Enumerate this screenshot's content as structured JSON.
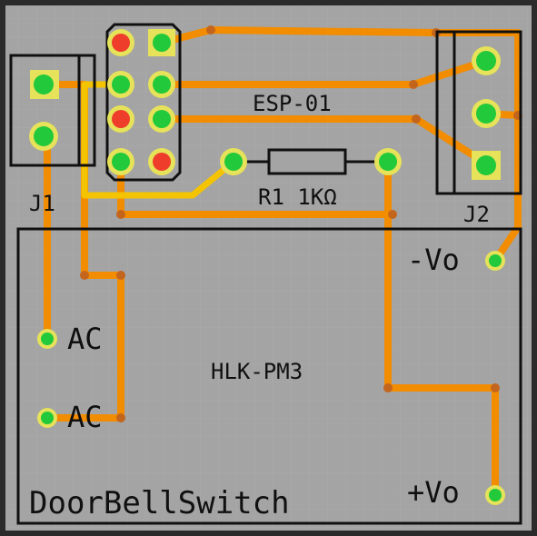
{
  "board": {
    "name": "DoorBellSwitch",
    "background_color": "#a4a4a4",
    "trace_color": "#f28c00",
    "pad_color": "#22c93a",
    "pad_ring_color": "#e6e25a",
    "via_color": "#c4651e",
    "jumper_color": "#f5c400",
    "silk_color": "#101010"
  },
  "labels": {
    "esp": "ESP-01",
    "r1": "R1 1KΩ",
    "j1": "J1",
    "j2": "J2",
    "module": "HLK-PM3",
    "minus_vo": "-Vo",
    "plus_vo": "+Vo",
    "ac_top": "AC",
    "ac_bottom": "AC",
    "title": "DoorBellSwitch"
  }
}
